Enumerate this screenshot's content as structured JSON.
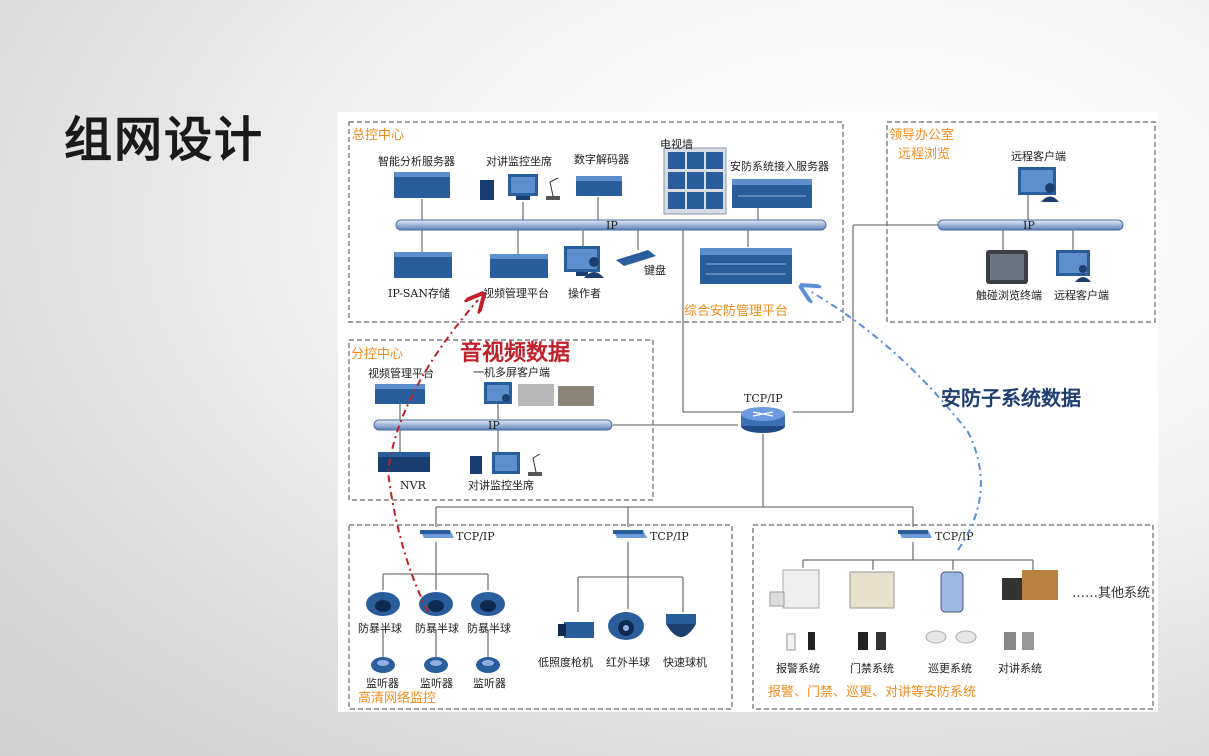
{
  "slide": {
    "title": "组网设计"
  },
  "diagram": {
    "zones": {
      "control_center": "总控中心",
      "leader_office": "领导办公室",
      "remote_browse": "远程浏览",
      "sub_center": "分控中心",
      "hd_monitor": "高清网络监控",
      "security_systems": "报警、门禁、巡更、对讲等安防系统"
    },
    "devices": {
      "smart_server": "智能分析服务器",
      "intercom_seat": "对讲监控坐席",
      "decoder": "数字解码器",
      "tv_wall": "电视墙",
      "access_server": "安防系统接入服务器",
      "ip_label": "IP",
      "ip_san": "IP-SAN存储",
      "video_platform": "视频管理平台",
      "operator": "操作者",
      "keyboard": "键盘",
      "integrated_platform": "综合安防管理平台",
      "remote_client": "远程客户端",
      "touch_terminal": "触碰浏览终端",
      "remote_client2": "远程客户端",
      "sub_video_platform": "视频管理平台",
      "multi_screen": "一机多屏客户端",
      "nvr": "NVR",
      "sub_intercom": "对讲监控坐席",
      "tcpip": "TCP/IP",
      "dome1": "防暴半球",
      "dome2": "防暴半球",
      "dome3": "防暴半球",
      "mic1": "监听器",
      "mic2": "监听器",
      "mic3": "监听器",
      "lowlight_cam": "低照度枪机",
      "ir_dome": "红外半球",
      "speed_dome": "快速球机",
      "alarm_sys": "报警系统",
      "access_sys": "门禁系统",
      "patrol_sys": "巡更系统",
      "intercom_sys": "对讲系统",
      "other_sys": "……其他系统"
    },
    "annotations": {
      "av_data": "音视频数据",
      "security_data": "安防子系统数据"
    },
    "colors": {
      "zone_label": "#f08c1e",
      "av_arrow": "#c0202a",
      "security_arrow": "#5b8fd6",
      "security_text": "#1f3f73"
    }
  }
}
